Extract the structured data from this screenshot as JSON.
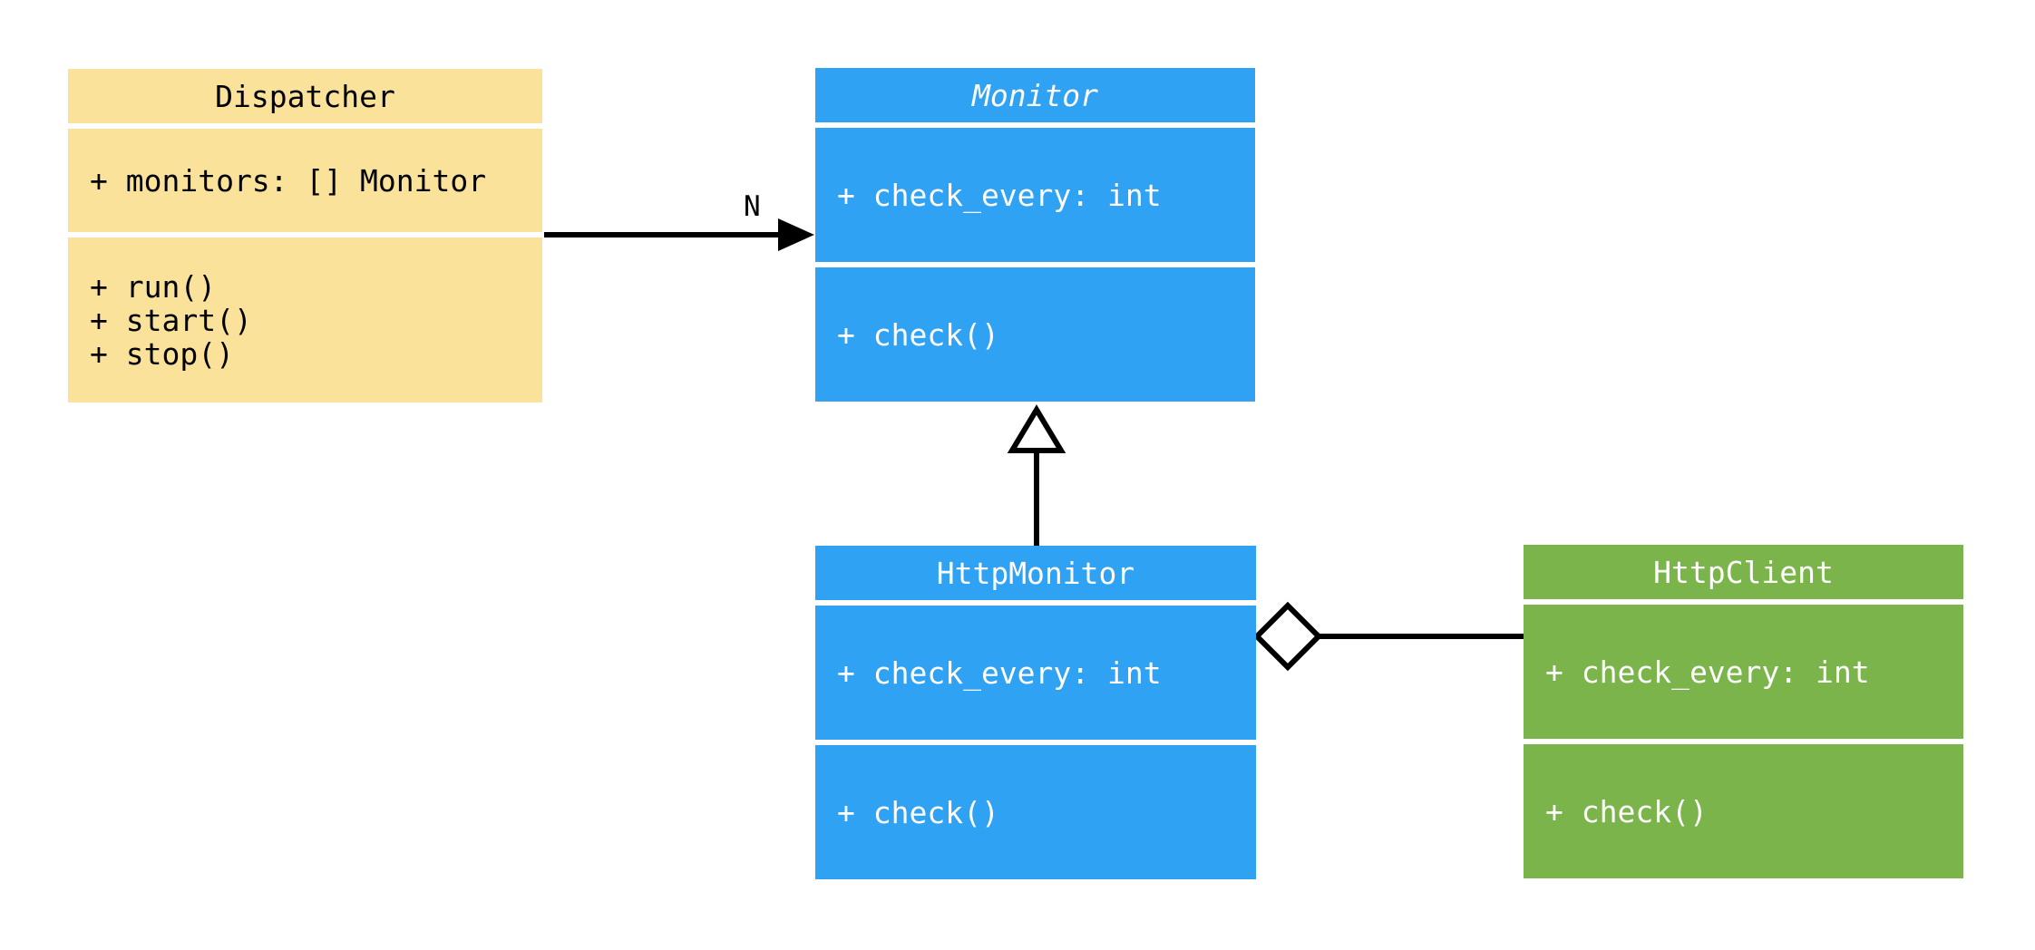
{
  "diagram": {
    "kind": "uml-class-diagram"
  },
  "colors": {
    "canvas": "#FFFFFF",
    "box_dispatcher": "#FAE29B",
    "box_monitor": "#2FA2F4",
    "box_http_client": "#7AB44A",
    "line": "#000000",
    "text_light": "#FFFFFF",
    "text_dark": "#000000"
  },
  "classes": {
    "dispatcher": {
      "title": "Dispatcher",
      "attributes": [
        "+ monitors: [] Monitor"
      ],
      "methods": [
        "+ run()",
        "+ start()",
        "+ stop()"
      ]
    },
    "monitor": {
      "title": "Monitor",
      "abstract": "true",
      "attributes": [
        "+ check_every: int"
      ],
      "methods": [
        "+ check()"
      ]
    },
    "http_monitor": {
      "title": "HttpMonitor",
      "attributes": [
        "+ check_every: int"
      ],
      "methods": [
        "+ check()"
      ]
    },
    "http_client": {
      "title": "HttpClient",
      "attributes": [
        "+ check_every: int"
      ],
      "methods": [
        "+ check()"
      ]
    }
  },
  "relationships": {
    "dispatcher_to_monitor": {
      "type": "directed-association",
      "from": "Dispatcher",
      "to": "Monitor",
      "label": "N"
    },
    "http_monitor_to_monitor": {
      "type": "inheritance",
      "from": "HttpMonitor",
      "to": "Monitor"
    },
    "http_monitor_to_http_client": {
      "type": "aggregation",
      "from": "HttpMonitor",
      "to": "HttpClient"
    }
  }
}
